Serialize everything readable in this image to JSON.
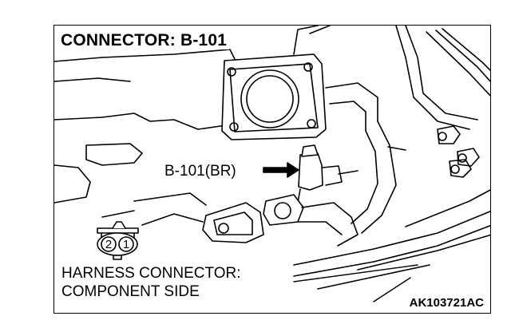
{
  "figure": {
    "title": "CONNECTOR: B-101",
    "callout_label": "B-101(BR)",
    "harness_caption_line1": "HARNESS CONNECTOR:",
    "harness_caption_line2": "COMPONENT SIDE",
    "figure_code": "AK103721AC",
    "connector_pins": [
      "2",
      "1"
    ]
  }
}
